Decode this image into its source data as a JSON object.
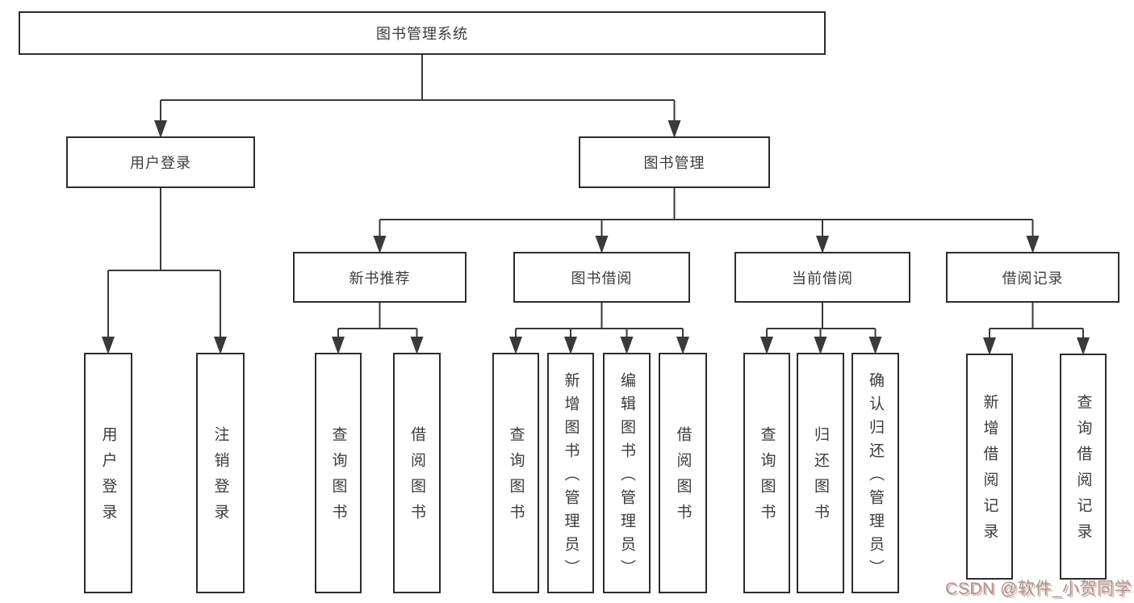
{
  "diagram": {
    "title": "图书管理系统",
    "nodes": [
      {
        "id": "library-system",
        "label": "图书管理系统"
      },
      {
        "id": "user-login",
        "label": "用户登录"
      },
      {
        "id": "book-management",
        "label": "图书管理"
      },
      {
        "id": "new-book-recommend",
        "label": "新书推荐"
      },
      {
        "id": "book-borrowing",
        "label": "图书借阅"
      },
      {
        "id": "current-borrowing",
        "label": "当前借阅"
      },
      {
        "id": "borrowing-records",
        "label": "借阅记录"
      },
      {
        "id": "user-login-leaf",
        "label": "用户登录"
      },
      {
        "id": "logout",
        "label": "注销登录"
      },
      {
        "id": "recommend-query-books",
        "label": "查询图书"
      },
      {
        "id": "recommend-borrow-books",
        "label": "借阅图书"
      },
      {
        "id": "borrowing-query-books",
        "label": "查询图书"
      },
      {
        "id": "borrowing-add-books",
        "label": "新增图书（管理员）"
      },
      {
        "id": "borrowing-edit-books",
        "label": "编辑图书（管理员）"
      },
      {
        "id": "borrowing-borrow-books",
        "label": "借阅图书"
      },
      {
        "id": "current-query-books",
        "label": "查询图书"
      },
      {
        "id": "current-return-books",
        "label": "归还图书"
      },
      {
        "id": "current-confirm-return",
        "label": "确认归还（管理员）"
      },
      {
        "id": "records-add-record",
        "label": "新增借阅记录"
      },
      {
        "id": "records-query-record",
        "label": "查询借阅记录"
      }
    ],
    "line_color": "#3a3a3a",
    "border_color": "#2d2d2d"
  },
  "watermark": {
    "text": "CSDN @软件_小贺同学"
  }
}
